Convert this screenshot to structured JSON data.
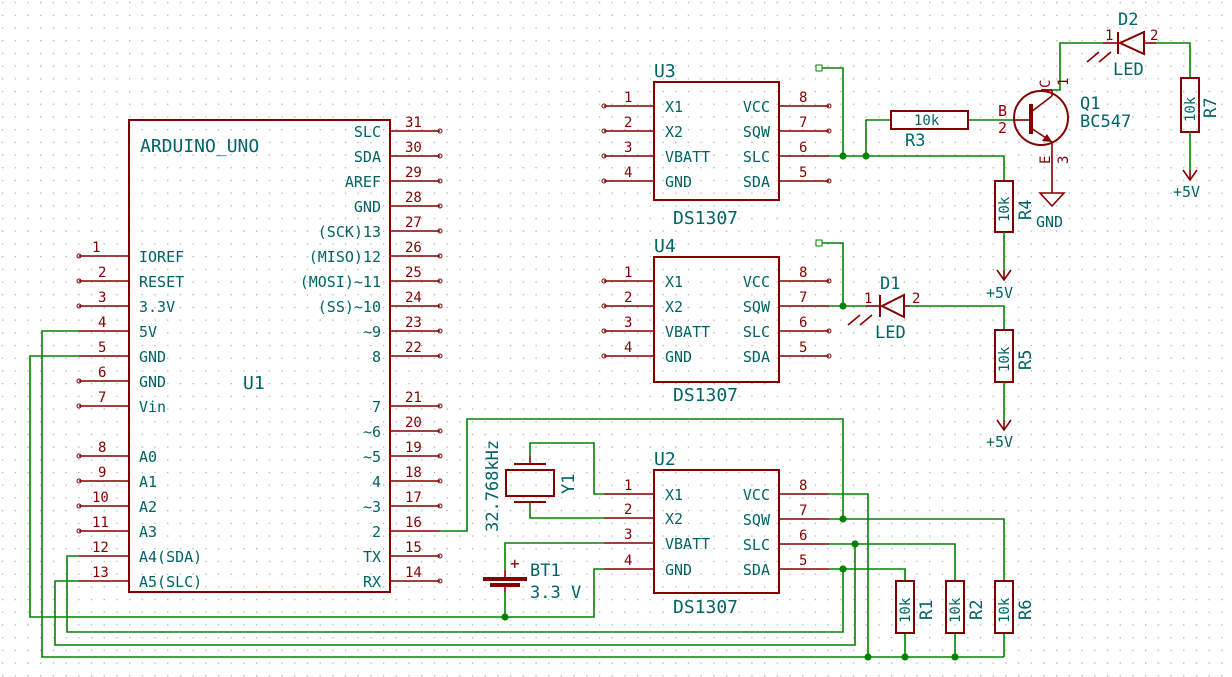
{
  "u1": {
    "name": "ARDUINO_UNO",
    "ref": "U1",
    "left_pins": [
      {
        "num": "1",
        "name": "IOREF"
      },
      {
        "num": "2",
        "name": "RESET"
      },
      {
        "num": "3",
        "name": "3.3V"
      },
      {
        "num": "4",
        "name": "5V"
      },
      {
        "num": "5",
        "name": "GND"
      },
      {
        "num": "6",
        "name": "GND"
      },
      {
        "num": "7",
        "name": "Vin"
      },
      {
        "num": "8",
        "name": "A0"
      },
      {
        "num": "9",
        "name": "A1"
      },
      {
        "num": "10",
        "name": "A2"
      },
      {
        "num": "11",
        "name": "A3"
      },
      {
        "num": "12",
        "name": "A4(SDA)"
      },
      {
        "num": "13",
        "name": "A5(SLC)"
      }
    ],
    "right_pins": [
      {
        "num": "31",
        "name": "SLC"
      },
      {
        "num": "30",
        "name": "SDA"
      },
      {
        "num": "29",
        "name": "AREF"
      },
      {
        "num": "28",
        "name": "GND"
      },
      {
        "num": "27",
        "name": "(SCK)13"
      },
      {
        "num": "26",
        "name": "(MISO)12"
      },
      {
        "num": "25",
        "name": "(MOSI)~11"
      },
      {
        "num": "24",
        "name": "(SS)~10"
      },
      {
        "num": "23",
        "name": "~9"
      },
      {
        "num": "22",
        "name": "8"
      },
      {
        "num": "21",
        "name": "7"
      },
      {
        "num": "20",
        "name": "~6"
      },
      {
        "num": "19",
        "name": "~5"
      },
      {
        "num": "18",
        "name": "4"
      },
      {
        "num": "17",
        "name": "~3"
      },
      {
        "num": "16",
        "name": "2"
      },
      {
        "num": "15",
        "name": "TX"
      },
      {
        "num": "14",
        "name": "RX"
      }
    ]
  },
  "ds1307": {
    "value": "DS1307",
    "left_pins": [
      {
        "num": "1",
        "name": "X1"
      },
      {
        "num": "2",
        "name": "X2"
      },
      {
        "num": "3",
        "name": "VBATT"
      },
      {
        "num": "4",
        "name": "GND"
      }
    ],
    "right_pins": [
      {
        "num": "8",
        "name": "VCC"
      },
      {
        "num": "7",
        "name": "SQW"
      },
      {
        "num": "6",
        "name": "SLC"
      },
      {
        "num": "5",
        "name": "SDA"
      }
    ]
  },
  "u2": {
    "ref": "U2"
  },
  "u3": {
    "ref": "U3"
  },
  "u4": {
    "ref": "U4"
  },
  "y1": {
    "ref": "Y1",
    "value": "32.768kHz"
  },
  "bt1": {
    "ref": "BT1",
    "value": "3.3 V",
    "plus": "+"
  },
  "q1": {
    "ref": "Q1",
    "value": "BC547",
    "b": "B",
    "c": "C",
    "e": "E",
    "pin1": "1",
    "pin2": "2",
    "pin3": "3"
  },
  "d1": {
    "ref": "D1",
    "value": "LED",
    "pin1": "1",
    "pin2": "2"
  },
  "d2": {
    "ref": "D2",
    "value": "LED",
    "pin1": "1",
    "pin2": "2"
  },
  "resistors": [
    {
      "ref": "R1",
      "value": "10k"
    },
    {
      "ref": "R2",
      "value": "10k"
    },
    {
      "ref": "R3",
      "value": "10k"
    },
    {
      "ref": "R4",
      "value": "10k"
    },
    {
      "ref": "R5",
      "value": "10k"
    },
    {
      "ref": "R6",
      "value": "10k"
    },
    {
      "ref": "R7",
      "value": "10k"
    }
  ],
  "power": {
    "vcc": "+5V",
    "gnd": "GND"
  }
}
